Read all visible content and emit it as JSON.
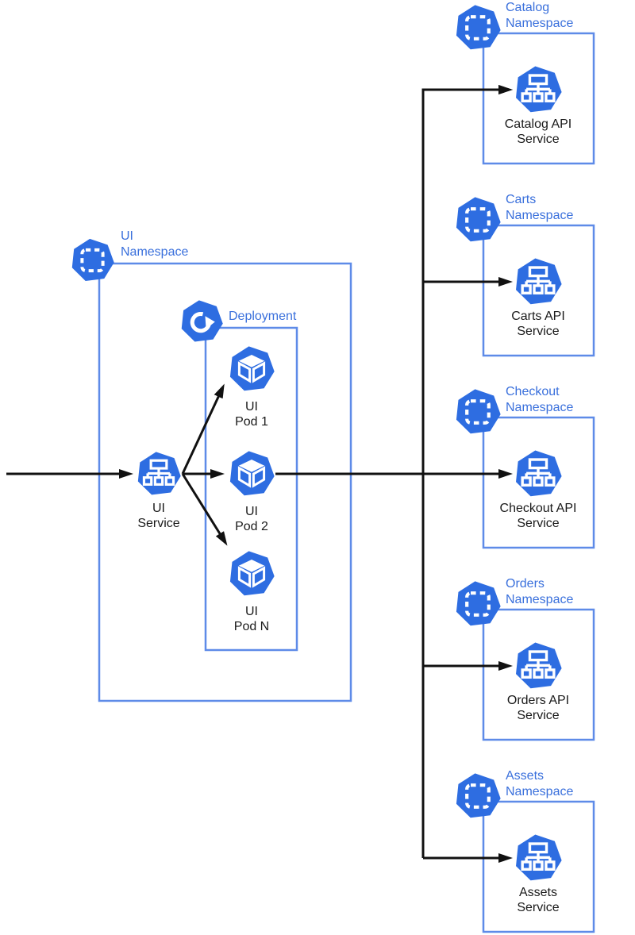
{
  "colors": {
    "icon_blue": "#2e6de1",
    "label_blue": "#3a70dc",
    "box_border_blue": "#5e8be8",
    "arrow_black": "#111111",
    "node_text": "#1a1a1a"
  },
  "ui_namespace": {
    "label_line1": "UI",
    "label_line2": "Namespace",
    "deployment_label": "Deployment",
    "service_label_line1": "UI",
    "service_label_line2": "Service",
    "pods": [
      {
        "line1": "UI",
        "line2": "Pod 1"
      },
      {
        "line1": "UI",
        "line2": "Pod 2"
      },
      {
        "line1": "UI",
        "line2": "Pod N"
      }
    ]
  },
  "right_namespaces": [
    {
      "name_line1": "Catalog",
      "name_line2": "Namespace",
      "service_line1": "Catalog API",
      "service_line2": "Service"
    },
    {
      "name_line1": "Carts",
      "name_line2": "Namespace",
      "service_line1": "Carts API",
      "service_line2": "Service"
    },
    {
      "name_line1": "Checkout",
      "name_line2": "Namespace",
      "service_line1": "Checkout API",
      "service_line2": "Service"
    },
    {
      "name_line1": "Orders",
      "name_line2": "Namespace",
      "service_line1": "Orders API",
      "service_line2": "Service"
    },
    {
      "name_line1": "Assets",
      "name_line2": "Namespace",
      "service_line1": "Assets",
      "service_line2": "Service"
    }
  ],
  "icons": {
    "namespace_icon": "heptagon with dashed square",
    "service_icon": "heptagon with node tree",
    "pod_icon": "heptagon with cube",
    "deployment_icon": "heptagon with circular arrow"
  }
}
